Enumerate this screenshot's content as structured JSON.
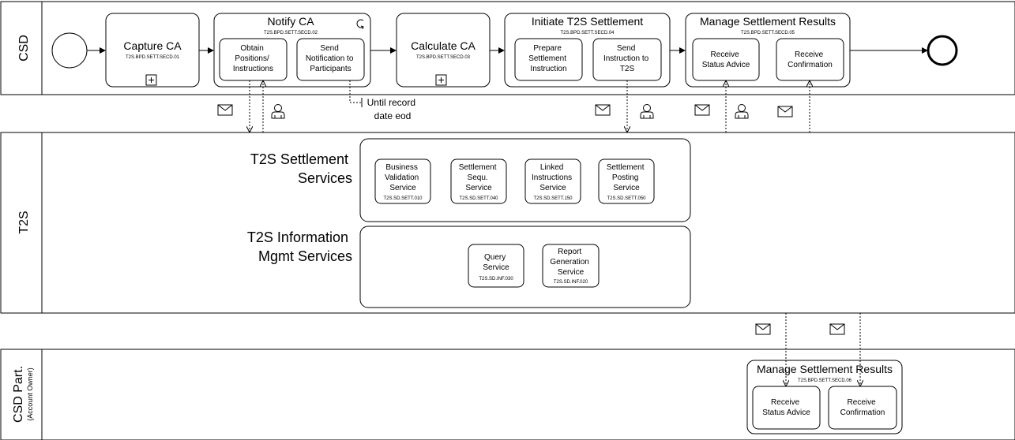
{
  "lanes": {
    "csd": "CSD",
    "t2s": "T2S",
    "csd_part": "CSD Part.",
    "csd_part_sub": "(Account Owner)"
  },
  "csd_lane": {
    "capture": {
      "title": "Capture CA",
      "code": "T2S.BPD.SETT.SECD.01"
    },
    "notify": {
      "title": "Notify CA",
      "code": "T2S.BPD.SETT.SECD.02",
      "obtain": [
        "Obtain",
        "Positions/",
        "Instructions"
      ],
      "send": [
        "Send",
        "Notification to",
        "Participants"
      ]
    },
    "calculate": {
      "title": "Calculate CA",
      "code": "T2S.BPD.SETT.SECD.03"
    },
    "initiate": {
      "title": "Initiate T2S Settlement",
      "code": "T2S.BPD.SETT.SECD.04",
      "prepare": [
        "Prepare",
        "Settlement",
        "Instruction"
      ],
      "send": [
        "Send",
        "Instruction to",
        "T2S"
      ]
    },
    "manage": {
      "title": "Manage Settlement Results",
      "code": "T2S.BPD.SETT.SECD.05",
      "status": [
        "Receive",
        "Status Advice"
      ],
      "confirm": [
        "Receive",
        "Confirmation"
      ]
    }
  },
  "annotation": [
    "Until record",
    "date eod"
  ],
  "t2s_lane": {
    "settlement_group": [
      "T2S Settlement",
      "Services"
    ],
    "settlement_services": [
      {
        "lines": [
          "Business",
          "Validation",
          "Service"
        ],
        "code": "T2S.SD.SETT.010"
      },
      {
        "lines": [
          "Settlement",
          "Sequ.",
          "Service"
        ],
        "code": "T2S.SD.SETT.040"
      },
      {
        "lines": [
          "Linked",
          "Instructions",
          "Service"
        ],
        "code": "T2S.SD.SETT.150"
      },
      {
        "lines": [
          "Settlement",
          "Posting",
          "Service"
        ],
        "code": "T2S.SD.SETT.050"
      }
    ],
    "info_group": [
      "T2S Information",
      "Mgmt Services"
    ],
    "info_services": [
      {
        "lines": [
          "Query",
          "Service"
        ],
        "code": "T2S.SD.INF.030"
      },
      {
        "lines": [
          "Report",
          "Generation",
          "Service"
        ],
        "code": "T2S.SD.INF.020"
      }
    ]
  },
  "part_lane": {
    "manage": {
      "title": "Manage Settlement Results",
      "code": "T2S.BPD.SETT.SECD.06",
      "status": [
        "Receive",
        "Status Advice"
      ],
      "confirm": [
        "Receive",
        "Confirmation"
      ]
    }
  }
}
